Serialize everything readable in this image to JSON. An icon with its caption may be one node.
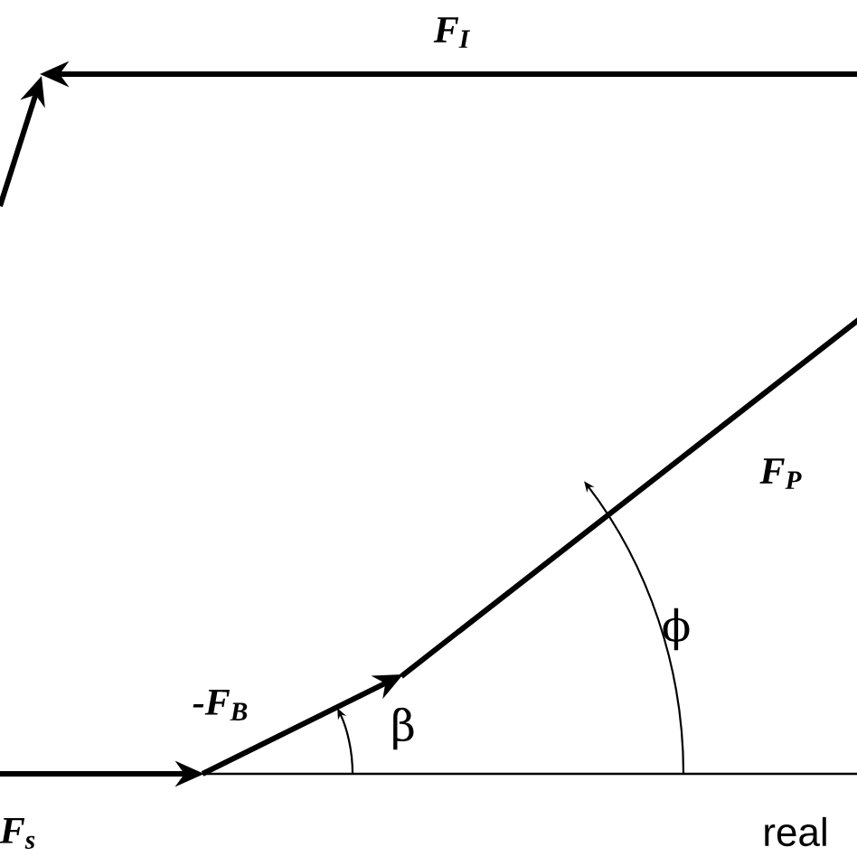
{
  "diagram": {
    "labels": [
      "F$_{I}$",
      "F$_{P}$",
      "ϕ",
      "-F$_{B}$",
      "β",
      "F$_{s}$",
      "real"
    ]
  }
}
